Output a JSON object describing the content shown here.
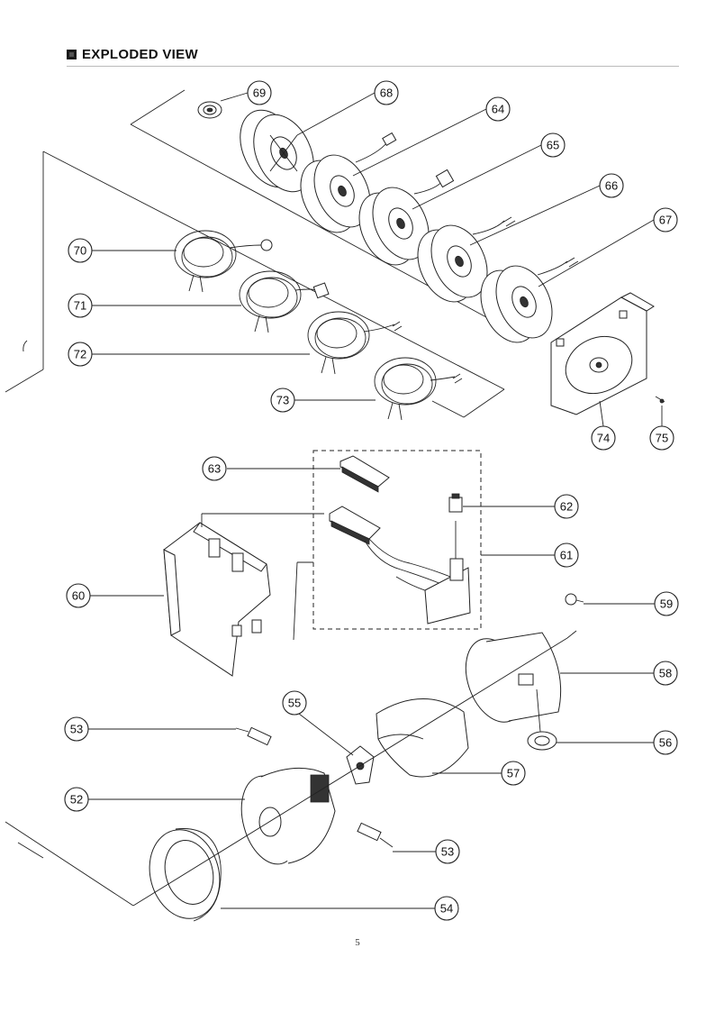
{
  "header": {
    "title": "EXPLODED VIEW"
  },
  "callouts": {
    "c69": "69",
    "c68": "68",
    "c64": "64",
    "c65": "65",
    "c66": "66",
    "c67": "67",
    "c70": "70",
    "c71": "71",
    "c72": "72",
    "c73": "73",
    "c74": "74",
    "c75": "75",
    "c63": "63",
    "c62": "62",
    "c61": "61",
    "c60": "60",
    "c59": "59",
    "c58": "58",
    "c55": "55",
    "c53a": "53",
    "c56": "56",
    "c57": "57",
    "c52": "52",
    "c53b": "53",
    "c54": "54"
  },
  "footer": {
    "page_number": "5"
  }
}
